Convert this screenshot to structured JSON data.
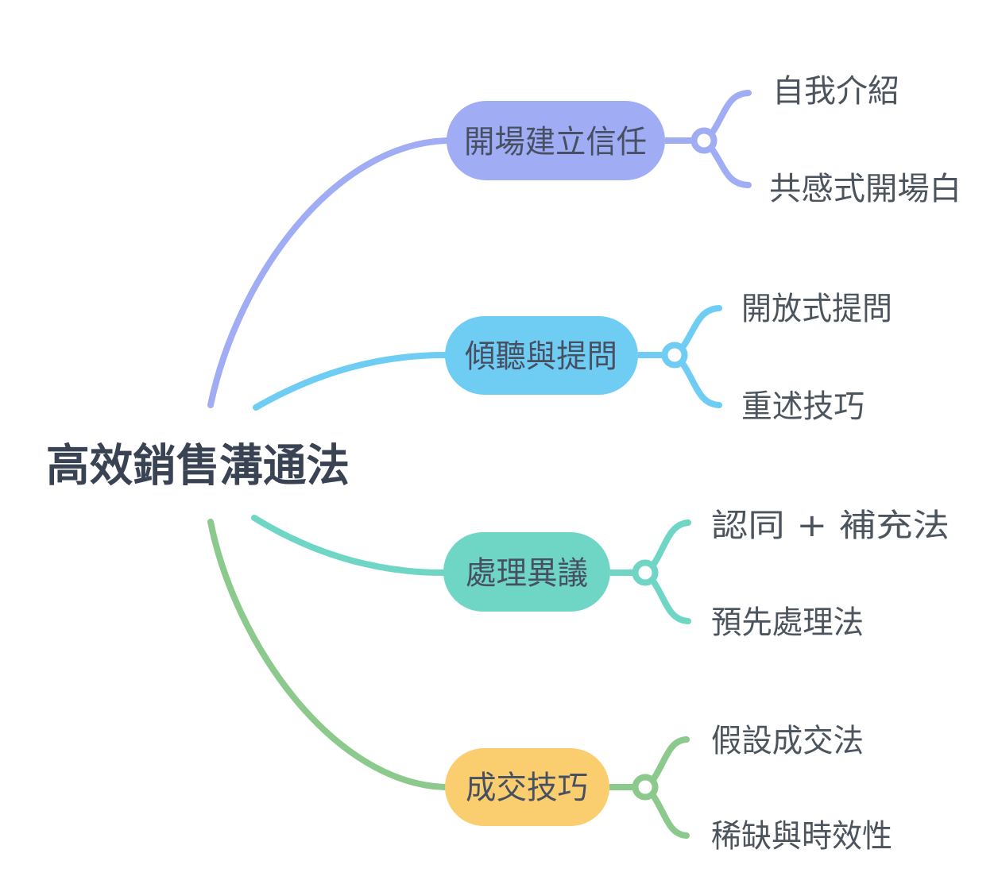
{
  "title": {
    "label": "高效銷售溝通法"
  },
  "colors": {
    "background": "#ffffff",
    "root_text": "#3a4353",
    "node_text": "#475062",
    "child_text": "#4c545e",
    "branch_1": "#a0acf4",
    "branch_2": "#6fcdf4",
    "branch_3": "#6fd6c6",
    "branch_4_pill": "#facd6e",
    "branch_4_line": "#8cc98c"
  },
  "branches": [
    {
      "label": "開場建立信任",
      "pill_color": "#a0acf4",
      "line_color": "#a0acf4",
      "children": [
        {
          "label": "自我介紹"
        },
        {
          "label": "共感式開場白"
        }
      ]
    },
    {
      "label": "傾聽與提問",
      "pill_color": "#6fcdf4",
      "line_color": "#6fcdf4",
      "children": [
        {
          "label": "開放式提問"
        },
        {
          "label": "重述技巧"
        }
      ]
    },
    {
      "label": "處理異議",
      "pill_color": "#6fd6c6",
      "line_color": "#6fd6c6",
      "children": [
        {
          "label": "認同 + 補充法"
        },
        {
          "label": "預先處理法"
        }
      ]
    },
    {
      "label": "成交技巧",
      "pill_color": "#facd6e",
      "line_color": "#8cc98c",
      "children": [
        {
          "label": "假設成交法"
        },
        {
          "label": "稀缺與時效性"
        }
      ]
    }
  ]
}
